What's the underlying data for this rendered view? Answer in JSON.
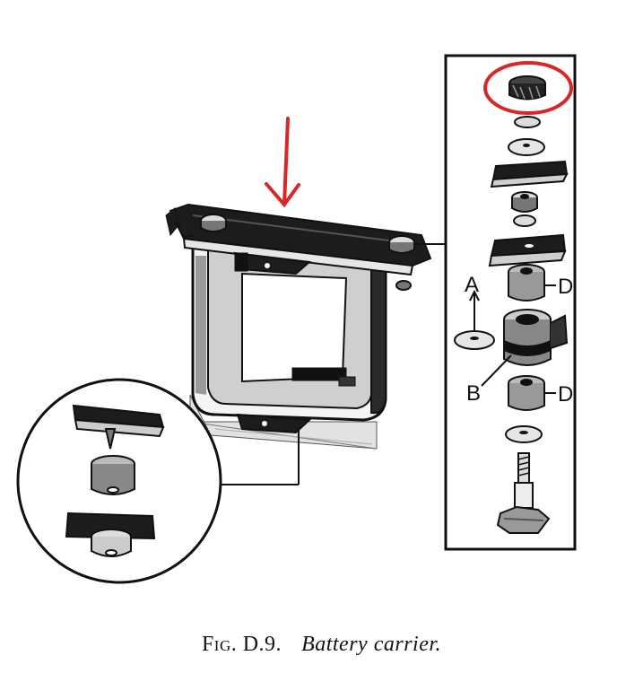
{
  "caption": {
    "figure": "Fig. D.9.",
    "description": "Battery carrier."
  },
  "labels": {
    "a": "A",
    "b": "B",
    "d_upper": "D",
    "d_lower": "D"
  },
  "colors": {
    "highlight": "#d62828",
    "ink": "#111111"
  }
}
